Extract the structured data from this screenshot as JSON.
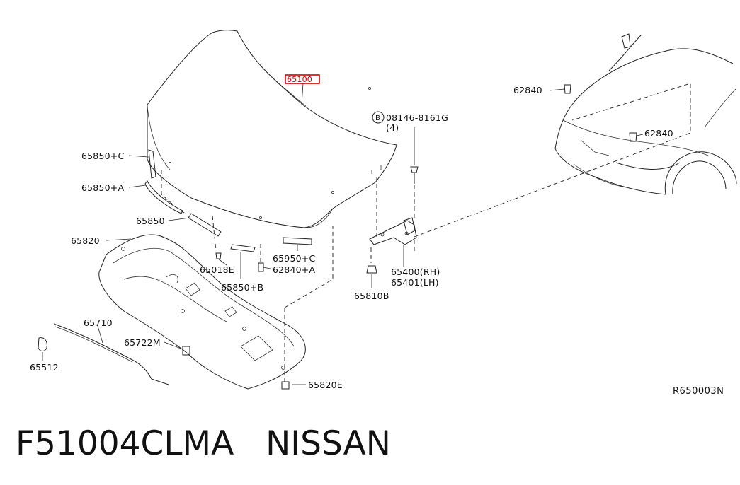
{
  "diagram": {
    "ref_code": "R650003N",
    "highlight_color": "#d40000",
    "labels": {
      "hood": "65100",
      "bolt_spec": "08146-8161G",
      "bolt_qty": "(4)",
      "bolt_mark": "B",
      "clip_top_right": "62840",
      "clip_right": "62840",
      "seal_c": "65850+C",
      "seal_a": "65850+A",
      "seal": "65850",
      "insulator": "65820",
      "bumper_e": "65018E",
      "seal_b": "65850+B",
      "clip_a": "62840+A",
      "bracket_c": "65950+C",
      "hinge_rh": "65400(RH)",
      "hinge_lh": "65401(LH)",
      "nut": "65810B",
      "prop_rod": "65710",
      "grommet": "65722M",
      "holder": "65512",
      "clip_e": "65820E"
    }
  },
  "caption": {
    "part_number": "F51004CLMA",
    "brand": "NISSAN"
  }
}
